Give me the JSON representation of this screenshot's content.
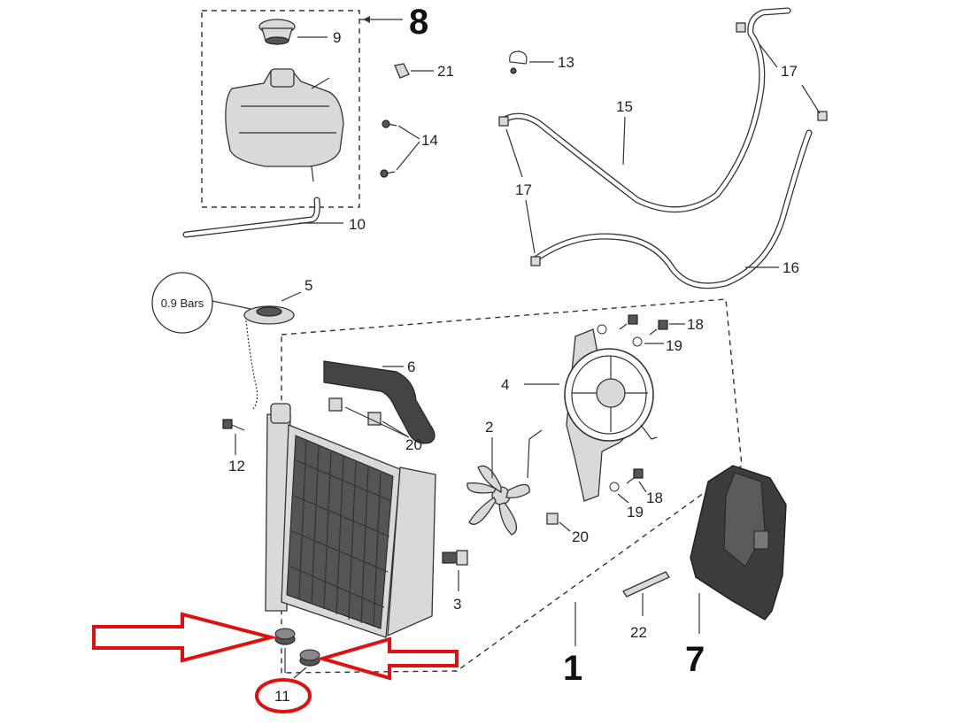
{
  "diagram": {
    "group_labels": {
      "radiator_group": "1",
      "shroud_group": "7",
      "tank_group": "8"
    },
    "callouts": {
      "fan_blade": "2",
      "temp_switch": "3",
      "fan_motor": "4",
      "radiator_cap": "5",
      "upper_hose": "6",
      "tank_cap": "9",
      "overflow_tube": "10",
      "grommet": "11",
      "bolt_left": "12",
      "clamp": "13",
      "tank_screws": "14",
      "hose_upper_long": "15",
      "hose_lower_long": "16",
      "hose_clip_top": "17",
      "hose_clip_left": "17",
      "fan_bolt_top": "18",
      "fan_bolt_bottom": "18",
      "washer_top": "19",
      "washer_bottom": "19",
      "nut_upper": "20",
      "nut_lower": "20",
      "clip_small": "21",
      "pin": "22"
    },
    "pressure_badge": "0.9 Bars",
    "highlight_color": "#e01010"
  }
}
